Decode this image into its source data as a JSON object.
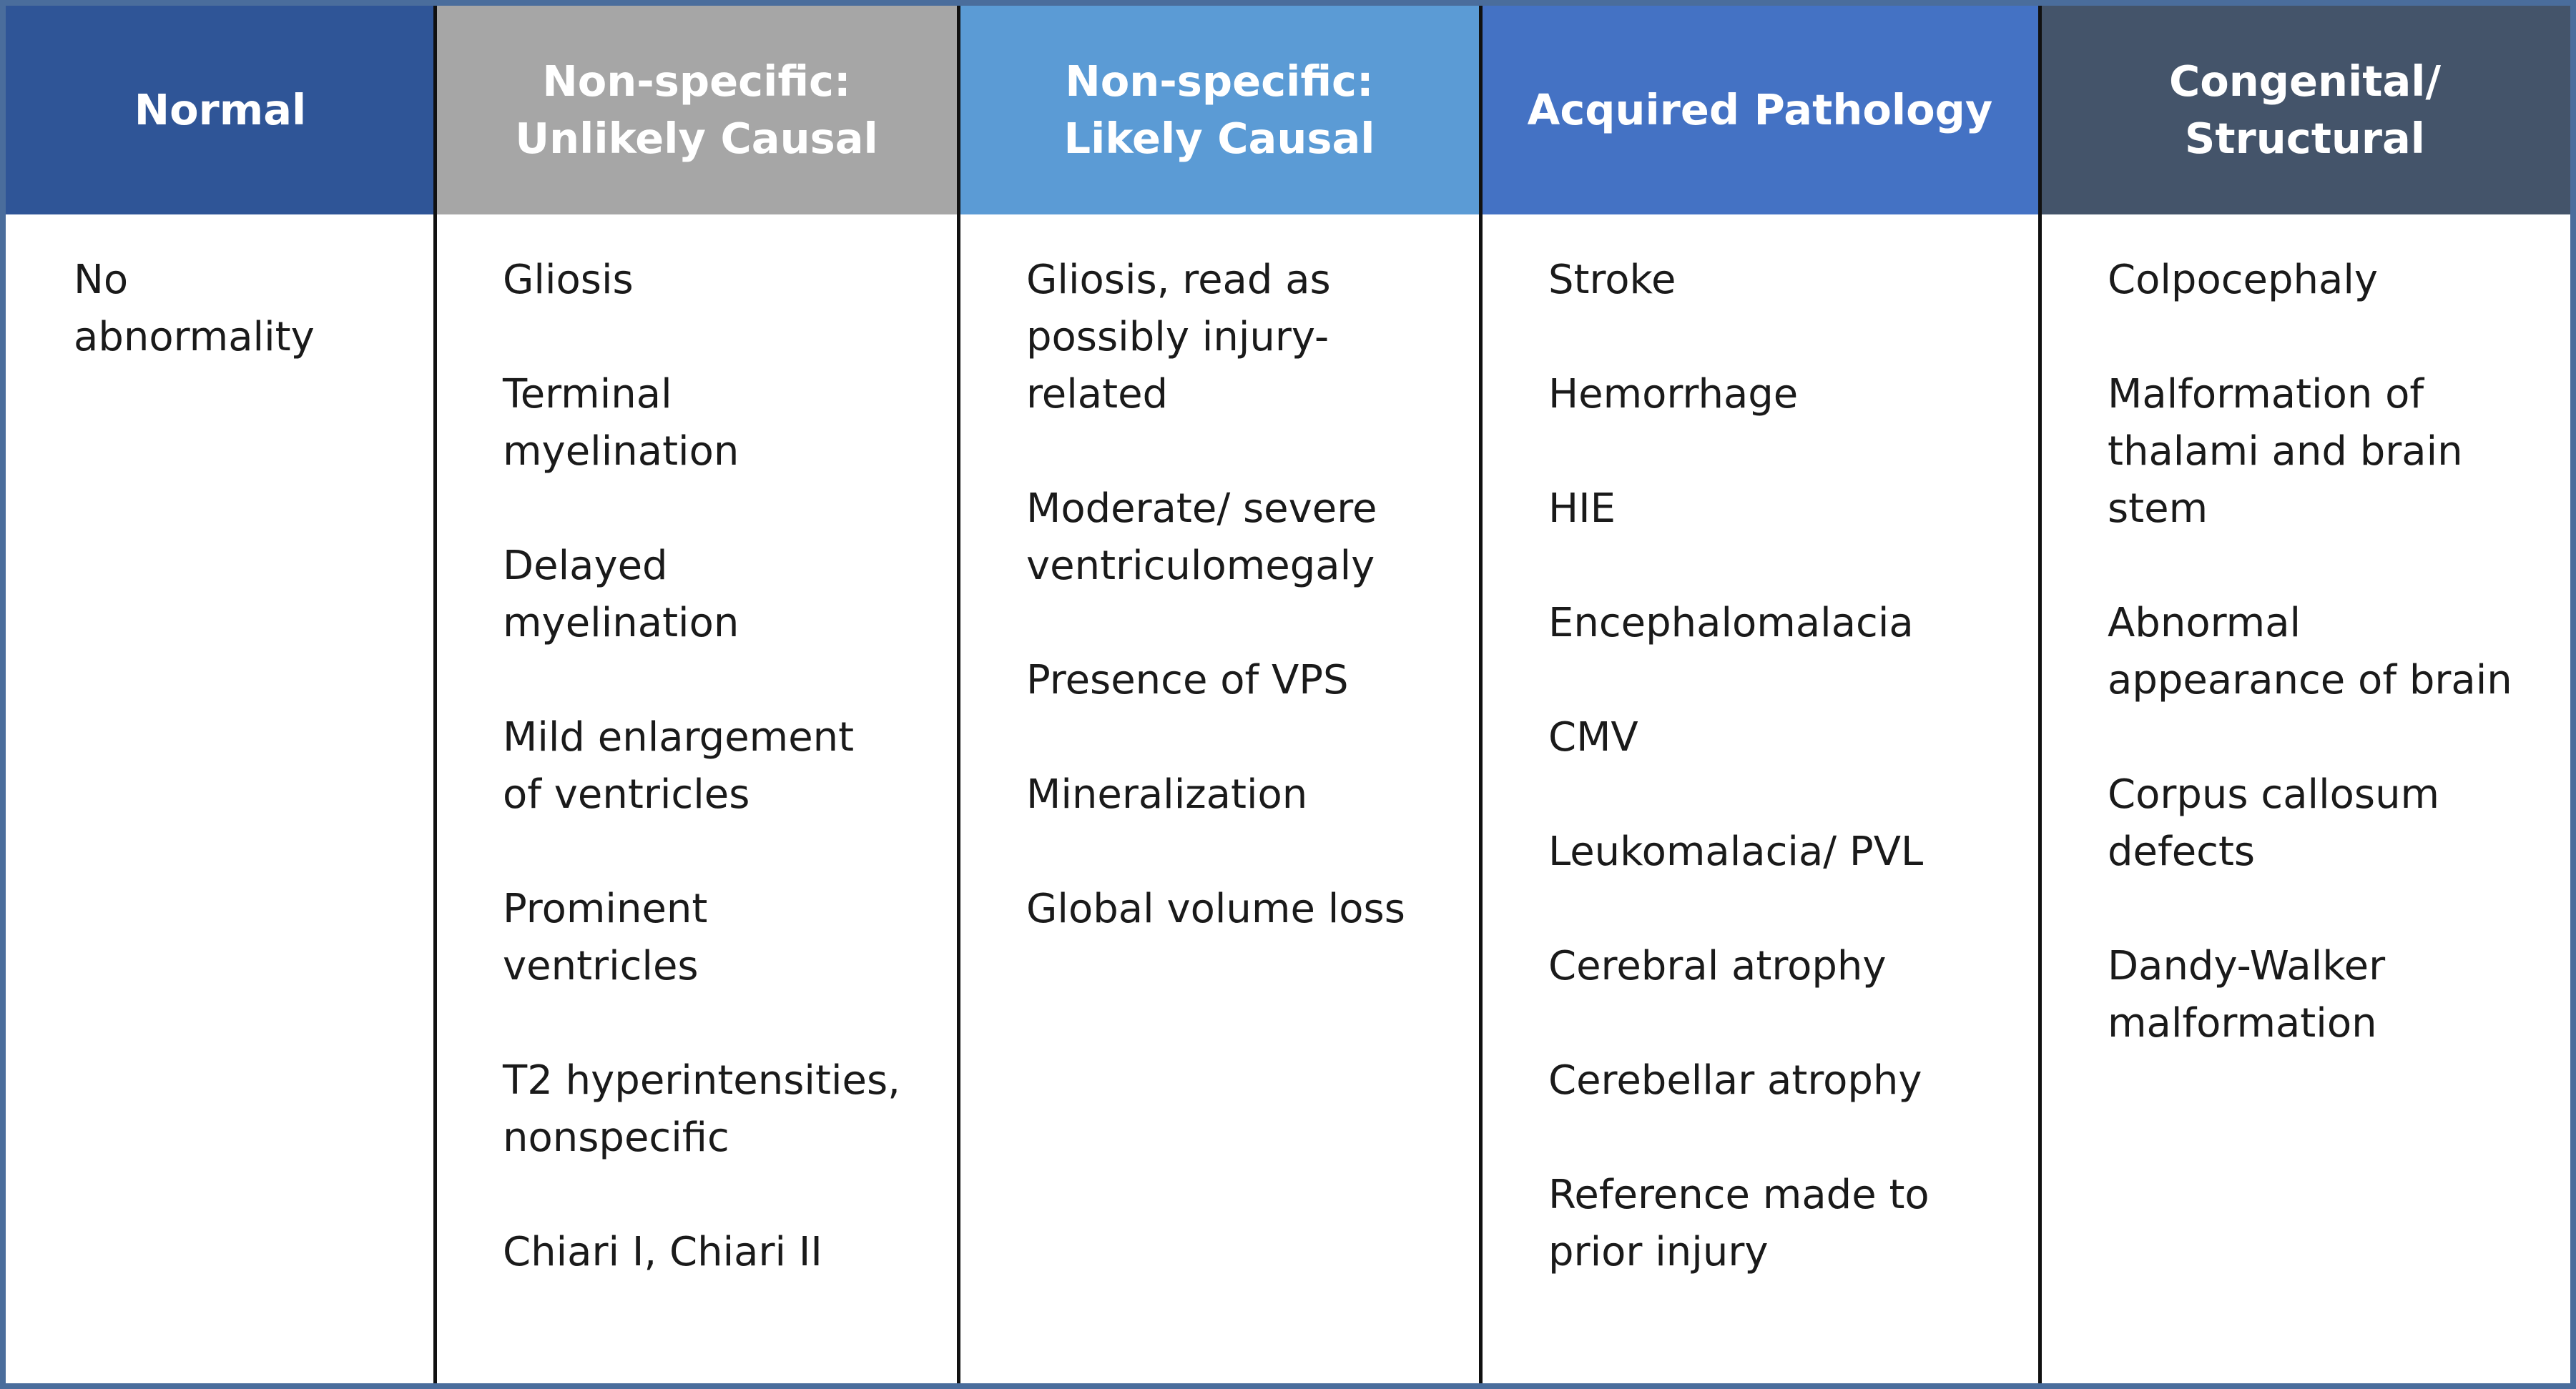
{
  "colors": {
    "frame_border": "#4a6d9c",
    "header_normal": "#2f5597",
    "header_unlikely": "#a6a6a6",
    "header_likely": "#5b9bd5",
    "header_acquired": "#4472c4",
    "header_congenital": "#44546a",
    "header_text": "#ffffff",
    "body_text": "#1a1a1a"
  },
  "headers": [
    "Normal",
    "Non-specific:\nUnlikely Causal",
    "Non-specific:\nLikely Causal",
    "Acquired Pathology",
    "Congenital/\nStructural"
  ],
  "columns": {
    "normal": [
      "No\nabnormality"
    ],
    "unlikely_causal": [
      "Gliosis",
      "Terminal\nmyelination",
      "Delayed\nmyelination",
      "Mild enlargement\nof ventricles",
      "Prominent\nventricles",
      "T2 hyperintensities,\nnonspecific",
      "Chiari I, Chiari II"
    ],
    "likely_causal": [
      "Gliosis, read as\npossibly injury-\nrelated",
      "Moderate/ severe\nventriculomegaly",
      "Presence of VPS",
      "Mineralization",
      "Global volume loss"
    ],
    "acquired": [
      "Stroke",
      "Hemorrhage",
      "HIE",
      "Encephalomalacia",
      "CMV",
      "Leukomalacia/ PVL",
      "Cerebral atrophy",
      "Cerebellar atrophy",
      "Reference made to\nprior injury"
    ],
    "congenital": [
      "Colpocephaly",
      "Malformation of\nthalami and brain\nstem",
      "Abnormal\nappearance of brain",
      "Corpus callosum\ndefects",
      "Dandy-Walker\nmalformation"
    ]
  }
}
